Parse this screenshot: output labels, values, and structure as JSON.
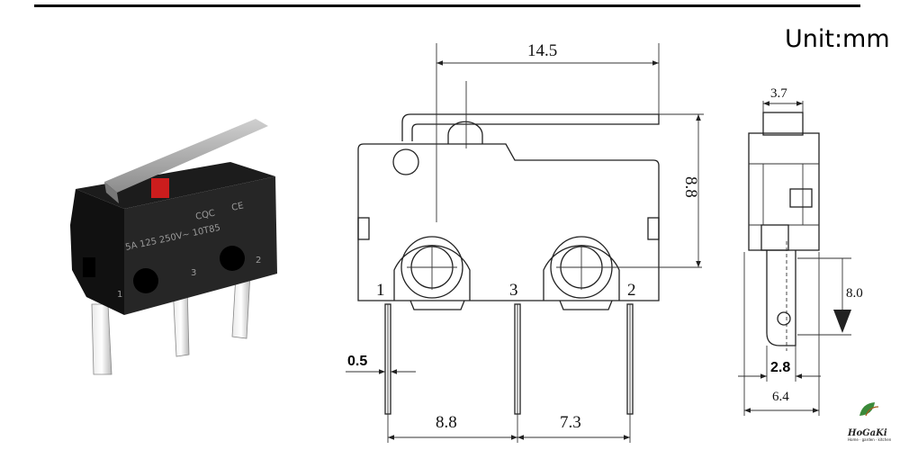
{
  "header": {
    "unit_label": "Unit:mm"
  },
  "photo": {
    "rating_text": "5A 125 250V~ 10T85",
    "pin_labels": [
      "1",
      "3",
      "2"
    ],
    "body_color": "#1c1c1c",
    "actuator_color": "#cc1d1d",
    "lever_color": "#a7a7a7"
  },
  "front_view": {
    "dims": {
      "lever_width": "14.5",
      "height": "8.8",
      "pin_thickness": "0.5",
      "pitch_left": "8.8",
      "pitch_right": "7.3"
    },
    "pin_labels": {
      "left": "1",
      "middle": "3",
      "right": "2"
    }
  },
  "side_view": {
    "dims": {
      "top_width": "3.7",
      "pin_length": "8.0",
      "pin_offset": "2.8",
      "body_width": "6.4"
    }
  },
  "logo": {
    "name": "HoGaKi",
    "tagline": "Home · garden · kitchen"
  },
  "icons": {
    "leaf": "leaf-icon",
    "arrow": "arrow-down-icon"
  }
}
